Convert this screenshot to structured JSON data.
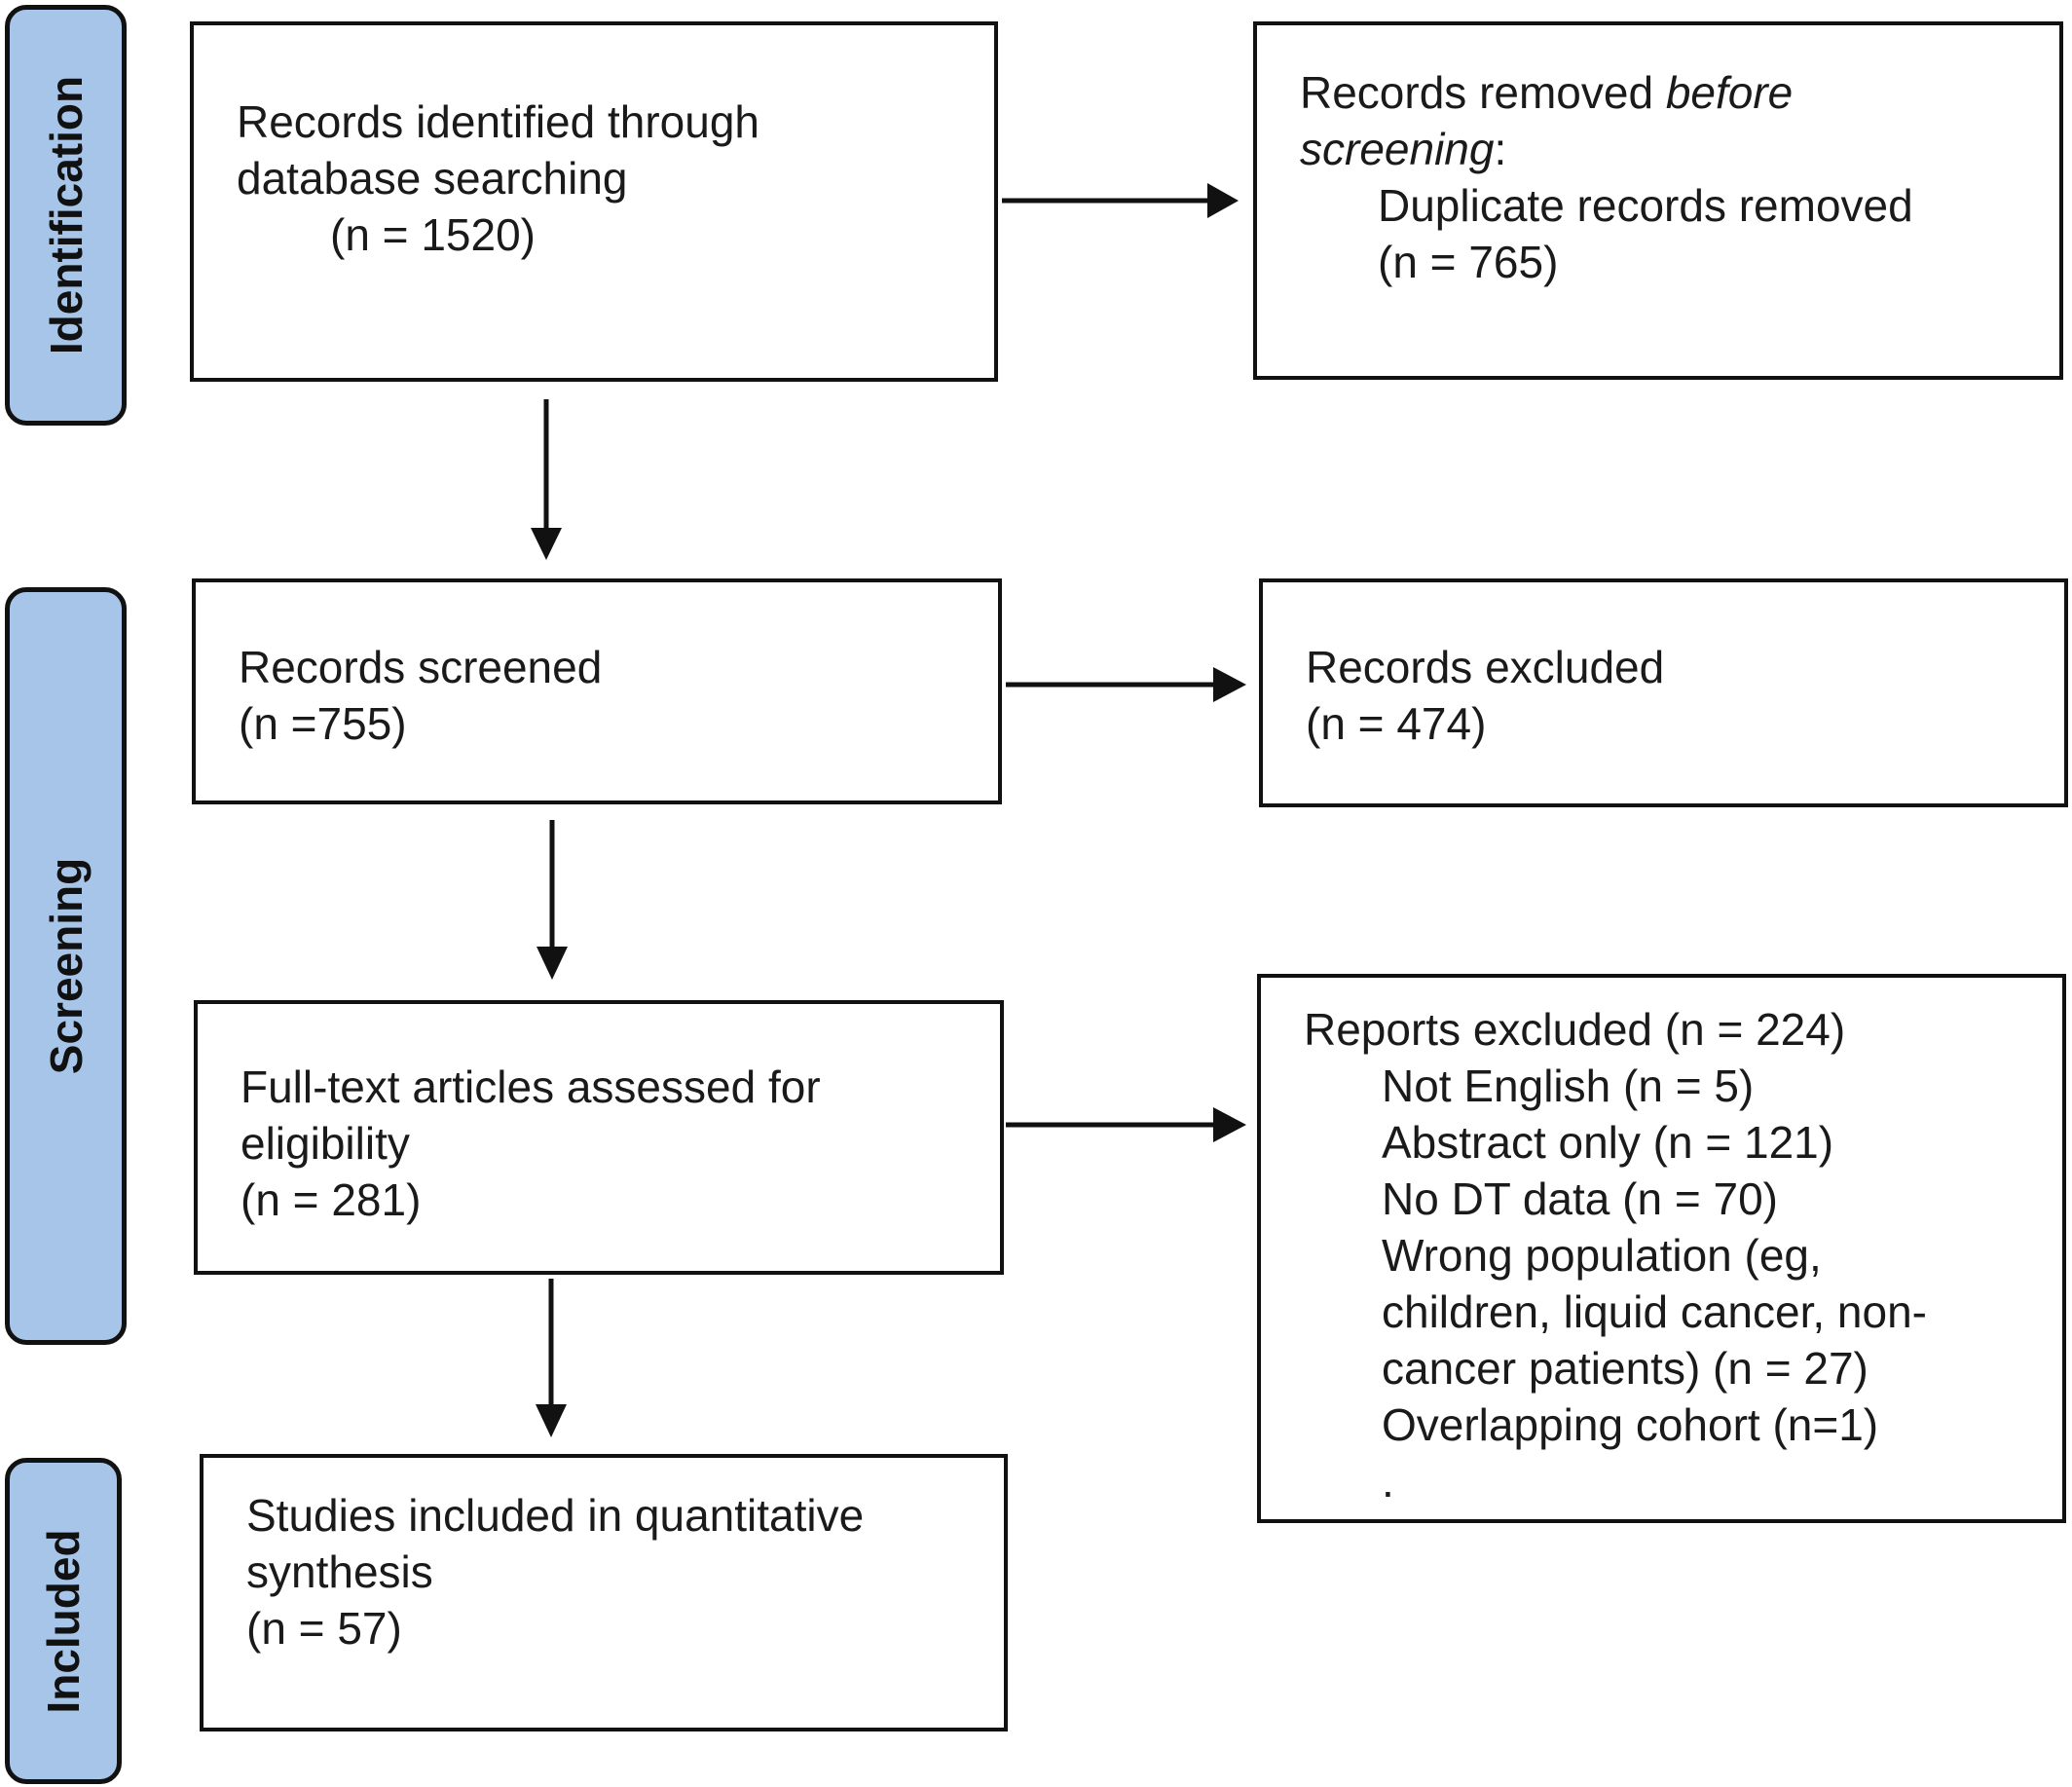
{
  "phases": {
    "identification": "Identification",
    "screening": "Screening",
    "included": "Included"
  },
  "boxes": {
    "identified": {
      "line1": "Records identified through",
      "line2": "database searching",
      "line3": "(n = 1520)"
    },
    "removed": {
      "line1": "Records removed ",
      "line1_italic": "before",
      "line2_italic": "screening",
      "line2_suffix": ":",
      "line3": "Duplicate records removed",
      "line4": "(n = 765)"
    },
    "screened": {
      "line1": "Records screened",
      "line2": "(n =755)"
    },
    "excluded": {
      "line1": "Records excluded",
      "line2": "(n = 474)"
    },
    "fulltext": {
      "line1": "Full-text articles assessed for",
      "line2": "eligibility",
      "line3": "(n = 281)"
    },
    "reports_excluded": {
      "title": "Reports excluded (n = 224)",
      "items": [
        "Not English (n = 5)",
        "Abstract only (n = 121)",
        "No DT data (n = 70)",
        "Wrong population (eg,",
        "children, liquid cancer, non-",
        "cancer patients) (n = 27)",
        "Overlapping cohort (n=1)",
        "."
      ]
    },
    "included": {
      "line1": "Studies included in quantitative",
      "line2": "synthesis",
      "line3": "(n = 57)"
    }
  },
  "colors": {
    "phase_fill": "#a7c5e8",
    "stroke": "#111111"
  }
}
